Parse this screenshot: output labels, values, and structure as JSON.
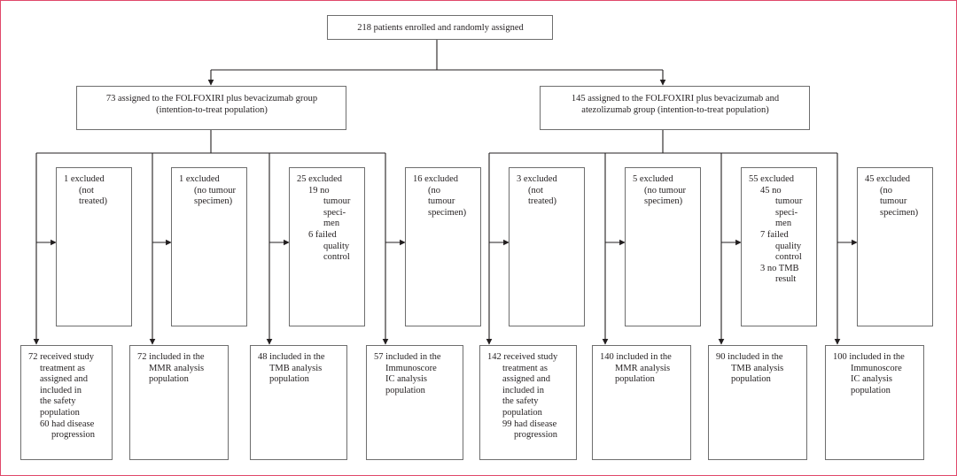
{
  "figure": {
    "type": "consort-flow-diagram",
    "border_color": "#e0486a",
    "box_border_color": "#6e6e6e",
    "text_color": "#231f20"
  },
  "enrollment": {
    "label": "218 patients enrolled and randomly assigned",
    "count": 218
  },
  "arms": [
    {
      "id": "folfoxiri-bev",
      "count": 73,
      "line1": "73 assigned to the FOLFOXIRI plus bevacizumab group",
      "line2": "(intention-to-treat population)"
    },
    {
      "id": "folfoxiri-bev-atezo",
      "count": 145,
      "line1": "145 assigned to the FOLFOXIRI plus bevacizumab and",
      "line2": "atezolizumab group (intention-to-treat population)"
    }
  ],
  "columns": [
    {
      "id": "arm1-safety",
      "excluded": {
        "count": 1,
        "lines": [
          "1 excluded",
          "(not",
          "treated)"
        ]
      },
      "outcome": {
        "lines": [
          "72 received study",
          "treatment as",
          "assigned and",
          "included in",
          "the safety",
          "population",
          "60 had disease",
          "progression"
        ]
      }
    },
    {
      "id": "arm1-mmr",
      "excluded": {
        "count": 1,
        "lines": [
          "1 excluded",
          "(no tumour",
          "specimen)"
        ]
      },
      "outcome": {
        "lines": [
          "72 included in the",
          "MMR analysis",
          "population"
        ]
      }
    },
    {
      "id": "arm1-tmb",
      "excluded": {
        "count": 25,
        "lines": [
          "25 excluded",
          "19 no",
          "tumour",
          "speci-",
          "men",
          "6 failed",
          "quality",
          "control"
        ]
      },
      "outcome": {
        "lines": [
          "48 included in the",
          "TMB analysis",
          "population"
        ]
      }
    },
    {
      "id": "arm1-immunoscore",
      "excluded": {
        "count": 16,
        "lines": [
          "16 excluded",
          "(no",
          "tumour",
          "specimen)"
        ]
      },
      "outcome": {
        "lines": [
          "57 included in the",
          "Immunoscore",
          "IC analysis",
          "population"
        ]
      }
    },
    {
      "id": "arm2-safety",
      "excluded": {
        "count": 3,
        "lines": [
          "3 excluded",
          "(not",
          "treated)"
        ]
      },
      "outcome": {
        "lines": [
          "142 received study",
          "treatment as",
          "assigned and",
          "included in",
          "the safety",
          "population",
          "99 had disease",
          "progression"
        ]
      }
    },
    {
      "id": "arm2-mmr",
      "excluded": {
        "count": 5,
        "lines": [
          "5 excluded",
          "(no tumour",
          "specimen)"
        ]
      },
      "outcome": {
        "lines": [
          "140 included in the",
          "MMR analysis",
          "population"
        ]
      }
    },
    {
      "id": "arm2-tmb",
      "excluded": {
        "count": 55,
        "lines": [
          "55 excluded",
          "45 no",
          "tumour",
          "speci-",
          "men",
          "7 failed",
          "quality",
          "control",
          "3 no TMB",
          "result"
        ]
      },
      "outcome": {
        "lines": [
          "90 included in the",
          "TMB analysis",
          "population"
        ]
      }
    },
    {
      "id": "arm2-immunoscore",
      "excluded": {
        "count": 45,
        "lines": [
          "45 excluded",
          "(no",
          "tumour",
          "specimen)"
        ]
      },
      "outcome": {
        "lines": [
          "100 included in the",
          "Immunoscore",
          "IC analysis",
          "population"
        ]
      }
    }
  ]
}
